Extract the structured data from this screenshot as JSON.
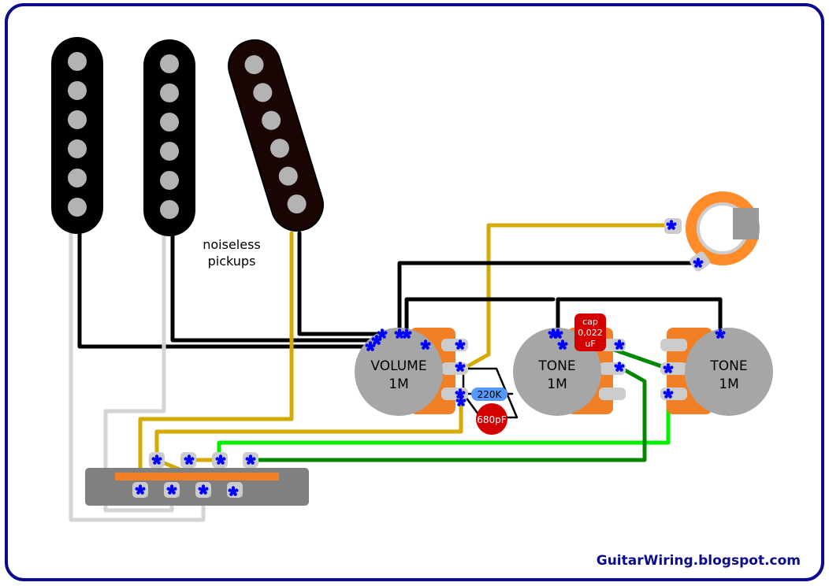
{
  "diagram": {
    "pickup_label_line1": "noiseless",
    "pickup_label_line2": "pickups",
    "volume_label_line1": "VOLUME",
    "volume_label_line2": "1M",
    "tone1_label_line1": "TONE",
    "tone1_label_line2": "1M",
    "tone2_label_line1": "TONE",
    "tone2_label_line2": "1M",
    "cap_label_line1": "cap",
    "cap_label_line2": "0,022",
    "cap_label_line3": "uF",
    "resistor_label": "220K",
    "small_cap_label": "680pF",
    "footer_text": "GuitarWiring.blogspot.com"
  },
  "colors": {
    "border": "#0b0b8c",
    "pickup_body": "#000000",
    "pickup_body_slanted": "#1a0505",
    "pole": "#b3b3b3",
    "pot": "#a6a6a6",
    "lug_orange": "#f07f25",
    "lug_gray": "#cccccc",
    "solder_blue": "#0000ff",
    "wire_black": "#000000",
    "wire_white": "#d4d4d4",
    "wire_yellow": "#d4aa00",
    "wire_green_bright": "#00ee00",
    "wire_green_dark": "#008800",
    "cap_red": "#d40000",
    "resistor_blue": "#5599ff",
    "switch_body": "#808080",
    "jack_orange": "#ff8c28",
    "footer_blue": "#0b0b8c"
  },
  "icons": [
    "single-coil-pickup-icon",
    "potentiometer-icon",
    "output-jack-icon",
    "five-way-switch-icon",
    "capacitor-icon",
    "resistor-icon",
    "solder-joint-icon"
  ]
}
